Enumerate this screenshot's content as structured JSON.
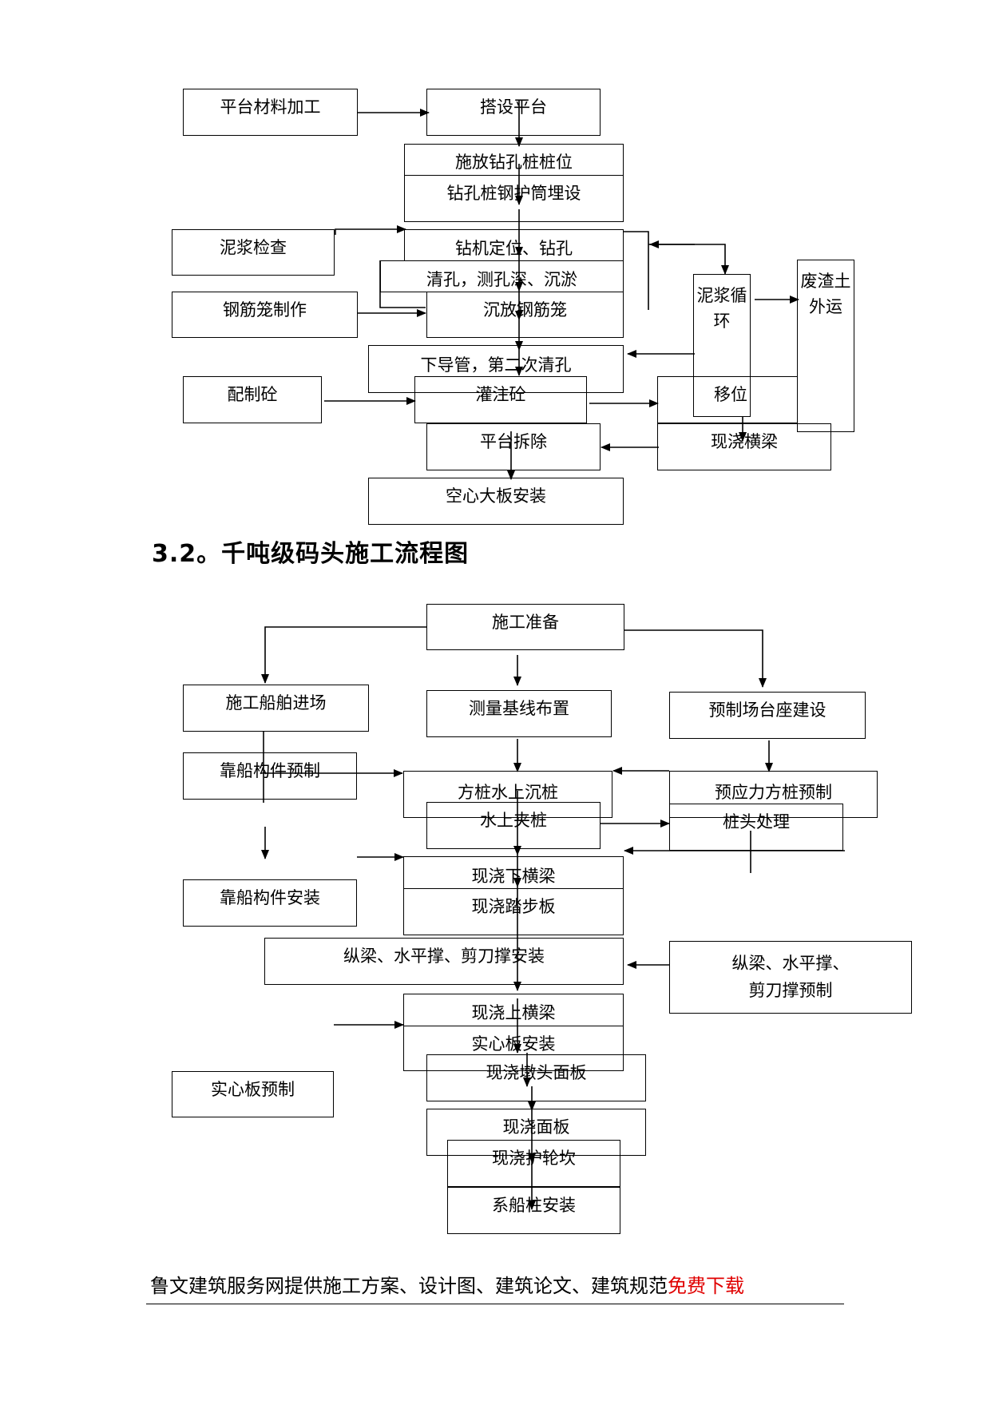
{
  "diagram1": {
    "nodes": {
      "platform_material": "平台材料加工",
      "build_platform": "搭设平台",
      "stake_position": "施放钻孔桩桩位",
      "casing_burying": "钻孔桩钢护筒埋设",
      "mud_check": "泥浆检查",
      "rig_positioning": "钻机定位、钻孔",
      "hole_cleaning": "清孔，测孔深、沉淤",
      "cage_fabrication": "钢筋笼制作",
      "cage_lowering": "沉放钢筋笼",
      "mud_circulation": "泥浆循环",
      "waste_removal": "废渣土外运",
      "tremie_second_clean": "下导管，第二次清孔",
      "concrete_mix": "配制砼",
      "pour_concrete": "灌注砼",
      "rig_move": "移位",
      "platform_removal": "平台拆除",
      "cast_crossbeam": "现浇横梁",
      "hollow_slab": "空心大板安装"
    }
  },
  "heading": "3.2。千吨级码头施工流程图",
  "diagram2": {
    "nodes": {
      "prep": "施工准备",
      "ship_entry": "施工船舶进场",
      "survey": "测量基线布置",
      "yard_build": "预制场台座建设",
      "fender_prefab": "靠船构件预制",
      "pile_driving": "方桩水上沉桩",
      "prestressed_pile": "预应力方桩预制",
      "pile_clamp": "水上夹桩",
      "pile_head": "桩头处理",
      "lower_beam": "现浇下横梁",
      "fender_install": "靠船构件安装",
      "steps": "现浇踏步板",
      "longitudinal": "纵梁、水平撑、剪刀撑安装",
      "longitudinal_prefab": "纵梁、水平撑、剪刀撑预制",
      "upper_beam": "现浇上横梁",
      "solid_slab_install": "实心板安装",
      "solid_slab_prefab": "实心板预制",
      "pier_head": "现浇墩头面板",
      "deck": "现浇面板",
      "curb": "现浇护轮坎",
      "bollard": "系船柱安装"
    }
  },
  "footer": {
    "text": "鲁文建筑服务网提供施工方案、设计图、建筑论文、建筑规范",
    "highlight": "免费下载",
    "highlight_color": "#e00000"
  }
}
